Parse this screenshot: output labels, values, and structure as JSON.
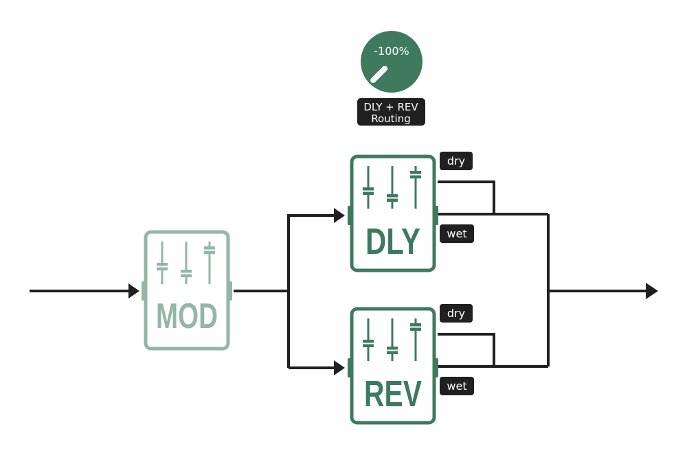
{
  "colors": {
    "accent": "#3e7a5e",
    "accent_faded": "#92b7a4",
    "line": "#202020",
    "tag_bg": "#202020",
    "tag_text": "#ffffff"
  },
  "knob": {
    "value": "-100%",
    "caption_line1": "DLY + REV",
    "caption_line2": "Routing",
    "level_fraction": 0
  },
  "pedals": {
    "mod": {
      "label": "MOD",
      "state": "faded"
    },
    "dly": {
      "label": "DLY",
      "state": "active"
    },
    "rev": {
      "label": "REV",
      "state": "active"
    }
  },
  "outputs": {
    "dly_dry": "dry",
    "dly_wet": "wet",
    "rev_dry": "dry",
    "rev_wet": "wet"
  }
}
